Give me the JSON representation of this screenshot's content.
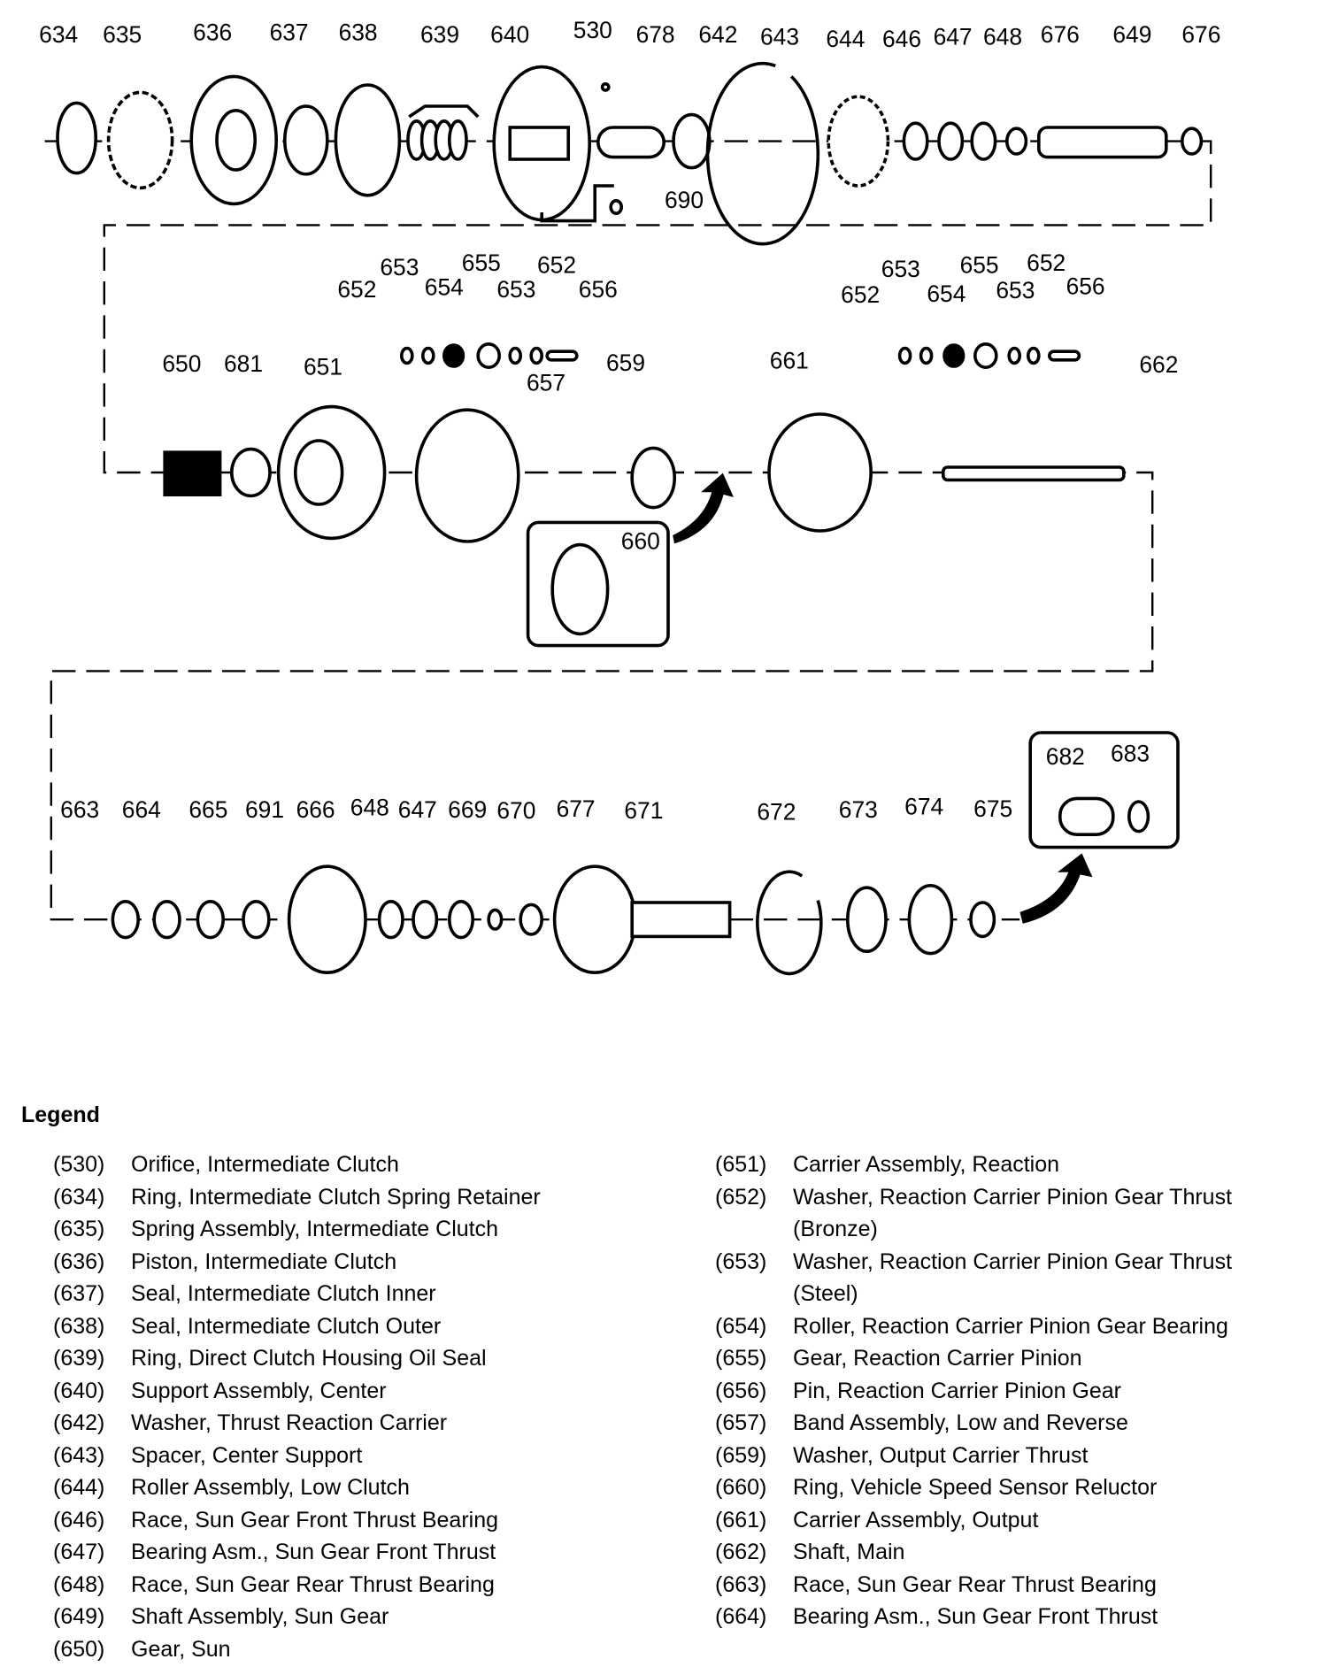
{
  "callouts": [
    "634",
    "635",
    "636",
    "637",
    "638",
    "639",
    "640",
    "530",
    "678",
    "642",
    "643",
    "644",
    "646",
    "647",
    "648",
    "676",
    "649",
    "676",
    "690",
    "653",
    "655",
    "652",
    "652",
    "654",
    "653",
    "656",
    "650",
    "681",
    "651",
    "657",
    "659",
    "660",
    "661",
    "653",
    "655",
    "652",
    "652",
    "654",
    "653",
    "656",
    "662",
    "682",
    "683",
    "663",
    "664",
    "665",
    "691",
    "666",
    "648",
    "647",
    "669",
    "670",
    "677",
    "671",
    "672",
    "673",
    "674",
    "675"
  ],
  "legend": {
    "title": "Legend",
    "left": [
      {
        "num": "(530)",
        "desc": "Orifice, Intermediate Clutch"
      },
      {
        "num": "(634)",
        "desc": "Ring, Intermediate Clutch Spring Retainer"
      },
      {
        "num": "(635)",
        "desc": "Spring Assembly, Intermediate Clutch"
      },
      {
        "num": "(636)",
        "desc": "Piston, Intermediate Clutch"
      },
      {
        "num": "(637)",
        "desc": "Seal, Intermediate Clutch Inner"
      },
      {
        "num": "(638)",
        "desc": "Seal, Intermediate Clutch Outer"
      },
      {
        "num": "(639)",
        "desc": "Ring, Direct Clutch Housing Oil Seal"
      },
      {
        "num": "(640)",
        "desc": "Support Assembly, Center"
      },
      {
        "num": "(642)",
        "desc": "Washer, Thrust Reaction Carrier"
      },
      {
        "num": "(643)",
        "desc": "Spacer, Center Support"
      },
      {
        "num": "(644)",
        "desc": "Roller Assembly, Low Clutch"
      },
      {
        "num": "(646)",
        "desc": "Race, Sun Gear Front Thrust Bearing"
      },
      {
        "num": "(647)",
        "desc": "Bearing Asm., Sun Gear Front Thrust"
      },
      {
        "num": "(648)",
        "desc": "Race, Sun Gear Rear Thrust Bearing"
      },
      {
        "num": "(649)",
        "desc": "Shaft Assembly, Sun Gear"
      },
      {
        "num": "(650)",
        "desc": "Gear, Sun"
      }
    ],
    "right": [
      {
        "num": "(651)",
        "desc": "Carrier Assembly, Reaction"
      },
      {
        "num": "(652)",
        "desc": "Washer, Reaction Carrier Pinion Gear Thrust (Bronze)"
      },
      {
        "num": "(653)",
        "desc": "Washer, Reaction Carrier Pinion Gear Thrust (Steel)"
      },
      {
        "num": "(654)",
        "desc": "Roller, Reaction Carrier Pinion Gear Bearing"
      },
      {
        "num": "(655)",
        "desc": "Gear, Reaction Carrier Pinion"
      },
      {
        "num": "(656)",
        "desc": "Pin, Reaction Carrier Pinion Gear"
      },
      {
        "num": "(657)",
        "desc": "Band Assembly, Low and Reverse"
      },
      {
        "num": "(659)",
        "desc": "Washer, Output Carrier Thrust"
      },
      {
        "num": "(660)",
        "desc": "Ring, Vehicle Speed Sensor Reluctor"
      },
      {
        "num": "(661)",
        "desc": "Carrier Assembly, Output"
      },
      {
        "num": "(662)",
        "desc": "Shaft, Main"
      },
      {
        "num": "(663)",
        "desc": "Race, Sun Gear Rear Thrust Bearing"
      },
      {
        "num": "(664)",
        "desc": "Bearing Asm., Sun Gear Front Thrust"
      }
    ]
  }
}
